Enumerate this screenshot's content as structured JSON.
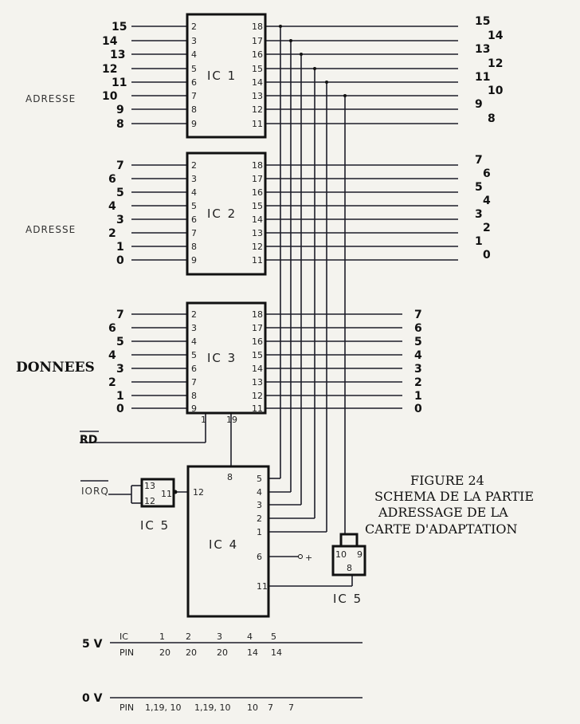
{
  "figure": {
    "title": "FIGURE 24",
    "caption_lines": [
      "SCHEMA DE LA PARTIE",
      "ADRESSAGE DE LA",
      "CARTE D'ADAPTATION"
    ]
  },
  "labels": {
    "adresse": "ADRESSE",
    "donnees": "DONNEES",
    "rd": "RD",
    "iorq": "IORQ",
    "plus": "+"
  },
  "chips": {
    "ic1": {
      "name": "IC 1",
      "left_pins": [
        "2",
        "3",
        "4",
        "5",
        "6",
        "7",
        "8",
        "9"
      ],
      "right_pins": [
        "18",
        "17",
        "16",
        "15",
        "14",
        "13",
        "12",
        "11"
      ],
      "inputs": [
        "15",
        "14",
        "13",
        "12",
        "11",
        "10",
        "9",
        "8"
      ],
      "outputs": [
        "15",
        "14",
        "13",
        "12",
        "11",
        "10",
        "9",
        "8"
      ]
    },
    "ic2": {
      "name": "IC 2",
      "left_pins": [
        "2",
        "3",
        "4",
        "5",
        "6",
        "7",
        "8",
        "9"
      ],
      "right_pins": [
        "18",
        "17",
        "16",
        "15",
        "14",
        "13",
        "12",
        "11"
      ],
      "inputs": [
        "7",
        "6",
        "5",
        "4",
        "3",
        "2",
        "1",
        "0"
      ],
      "outputs": [
        "7",
        "6",
        "5",
        "4",
        "3",
        "2",
        "1",
        "0"
      ]
    },
    "ic3": {
      "name": "IC 3",
      "left_pins": [
        "2",
        "3",
        "4",
        "5",
        "6",
        "7",
        "8",
        "9"
      ],
      "right_pins": [
        "18",
        "17",
        "16",
        "15",
        "14",
        "13",
        "12",
        "11"
      ],
      "inputs": [
        "7",
        "6",
        "5",
        "4",
        "3",
        "2",
        "1",
        "0"
      ],
      "outputs": [
        "7",
        "6",
        "5",
        "4",
        "3",
        "2",
        "1",
        "0"
      ],
      "bottom_pins": [
        "1",
        "19"
      ]
    },
    "ic4": {
      "name": "IC 4",
      "left_pin": "12",
      "top_pin": "8",
      "right_pins": [
        "5",
        "4",
        "3",
        "2",
        "1",
        "6",
        "11"
      ]
    },
    "ic5a": {
      "name": "IC 5",
      "pins": [
        "13",
        "12",
        "11"
      ]
    },
    "ic5b": {
      "name": "IC 5",
      "pins": [
        "10",
        "9",
        "8"
      ]
    }
  },
  "power": {
    "v5": {
      "label": "5 V",
      "ic_row": [
        "IC",
        "1",
        "2",
        "3",
        "4",
        "5"
      ],
      "pin_row": [
        "PIN",
        "20",
        "20",
        "20",
        "14",
        "14"
      ]
    },
    "v0": {
      "label": "0 V",
      "pin_row": [
        "PIN",
        "1,19, 10",
        "1,19, 10",
        "10",
        "7",
        "7"
      ]
    }
  }
}
